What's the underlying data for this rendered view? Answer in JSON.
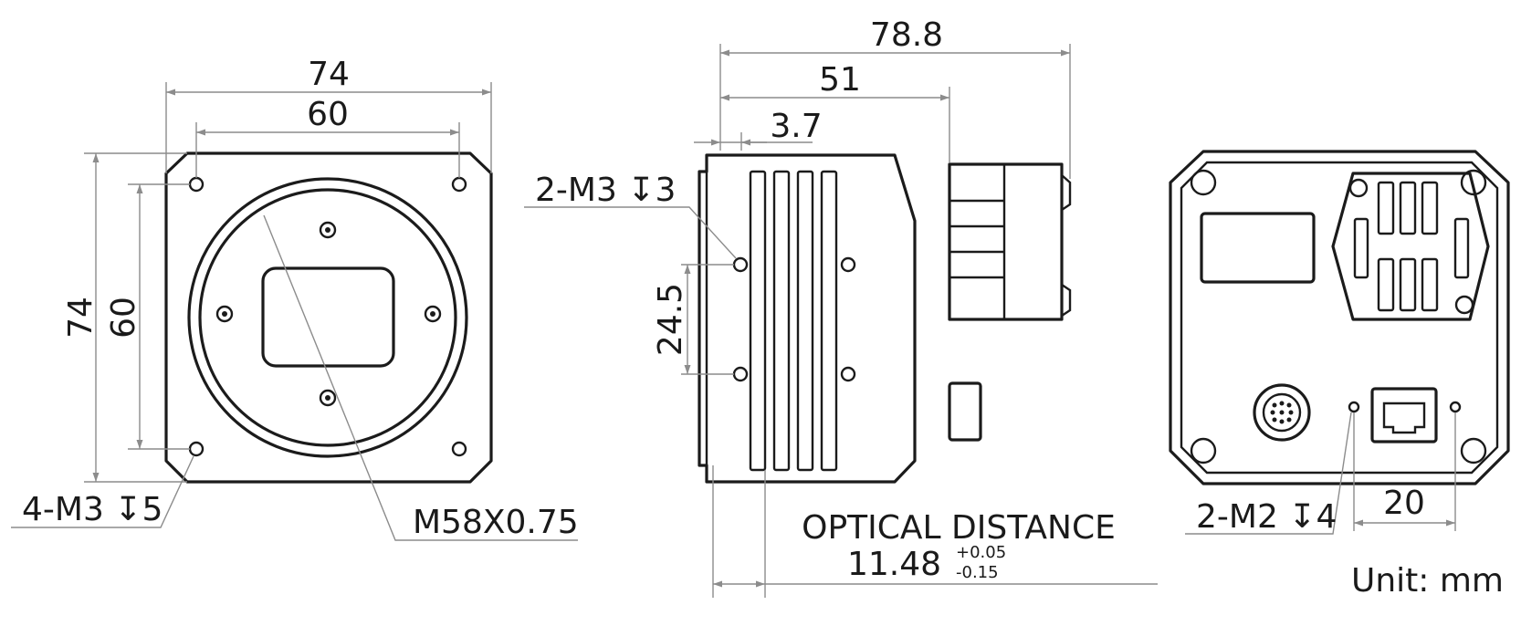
{
  "front_view": {
    "width_outer": "74",
    "width_holes": "60",
    "height_outer": "74",
    "height_holes": "60",
    "mount_holes": "4-M3 ↧5",
    "lens_thread": "M58X0.75"
  },
  "side_view": {
    "total_length": "78.8",
    "body_length": "51",
    "flange_offset": "3.7",
    "side_holes": "2-M3 ↧3",
    "hole_spacing": "24.5",
    "optical_label": "OPTICAL DISTANCE",
    "optical_value": "11.48",
    "optical_tol_plus": "+0.05",
    "optical_tol_minus": "-0.15"
  },
  "rear_view": {
    "rear_holes": "2-M2 ↧4",
    "hole_spacing": "20"
  },
  "unit_label": "Unit: mm"
}
